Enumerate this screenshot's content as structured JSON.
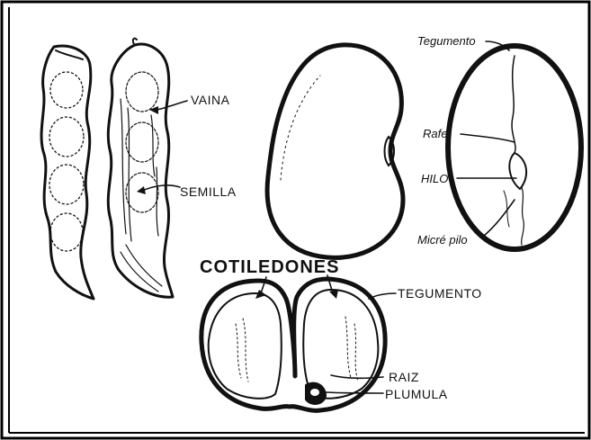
{
  "labels": {
    "vaina": "VAINA",
    "semilla": "SEMILLA",
    "tegumento_top": "Tegumento",
    "rafe": "Rafe",
    "hilo": "HILO",
    "micropilo": "Micré pilo",
    "cotiledones": "COTILEDONES",
    "tegumento_bottom": "TEGUMENTO",
    "raiz": "RAIZ",
    "plumula": "PLUMULA"
  },
  "colors": {
    "ink": "#111111",
    "paper": "#ffffff",
    "frame": "#000000"
  }
}
